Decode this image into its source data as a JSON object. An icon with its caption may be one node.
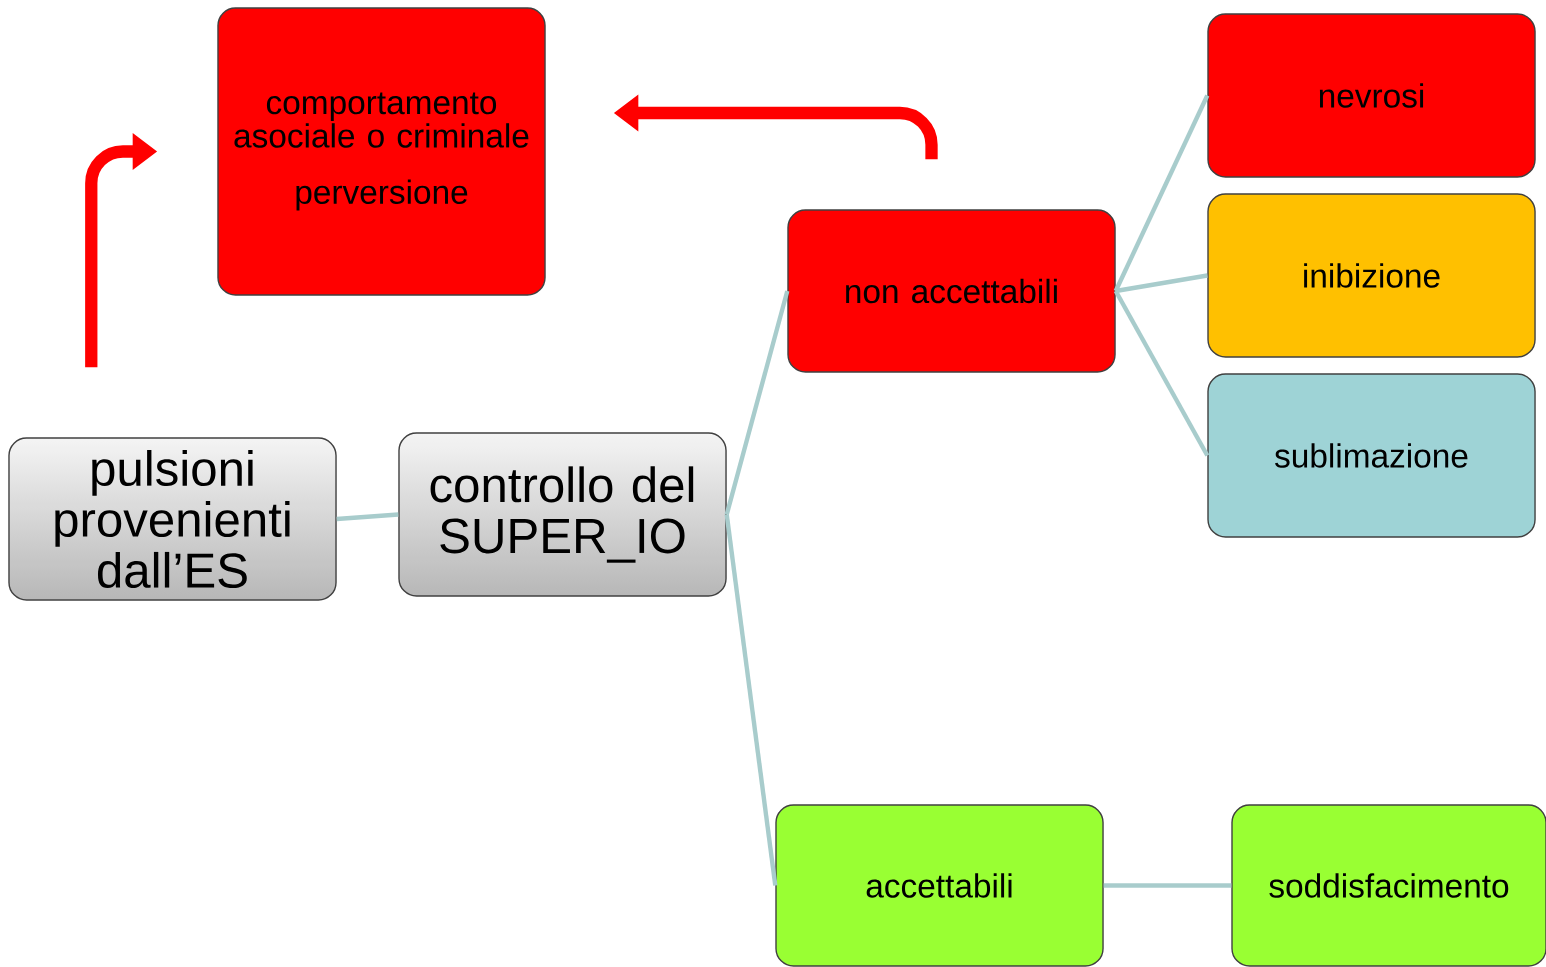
{
  "diagram": {
    "nodes": [
      {
        "text": [
          "pulsioni provenienti dall’ES"
        ]
      },
      {
        "text": [
          "controllo del SUPER_IO"
        ]
      },
      {
        "text": [
          "comportamento asociale o criminale",
          "perversione"
        ]
      },
      {
        "text": [
          "non accettabili"
        ]
      },
      {
        "text": [
          "nevrosi"
        ]
      },
      {
        "text": [
          "inibizione"
        ]
      },
      {
        "text": [
          "sublimazione"
        ]
      },
      {
        "text": [
          "accettabili"
        ]
      },
      {
        "text": [
          "soddisfacimento"
        ]
      }
    ],
    "edges": [
      {
        "from": 0,
        "to": 1,
        "arrow": "none"
      },
      {
        "from": 1,
        "to": 3,
        "arrow": "none"
      },
      {
        "from": 1,
        "to": 7,
        "arrow": "none"
      },
      {
        "from": 3,
        "to": 4,
        "arrow": "none"
      },
      {
        "from": 3,
        "to": 5,
        "arrow": "none"
      },
      {
        "from": 3,
        "to": 6,
        "arrow": "none"
      },
      {
        "from": 7,
        "to": 8,
        "arrow": "none"
      },
      {
        "from": 0,
        "to": 2,
        "arrow": "to",
        "style": "thick",
        "color": "#ff0000"
      },
      {
        "from": 3,
        "to": 2,
        "arrow": "to",
        "style": "thick",
        "color": "#ff0000"
      }
    ]
  }
}
